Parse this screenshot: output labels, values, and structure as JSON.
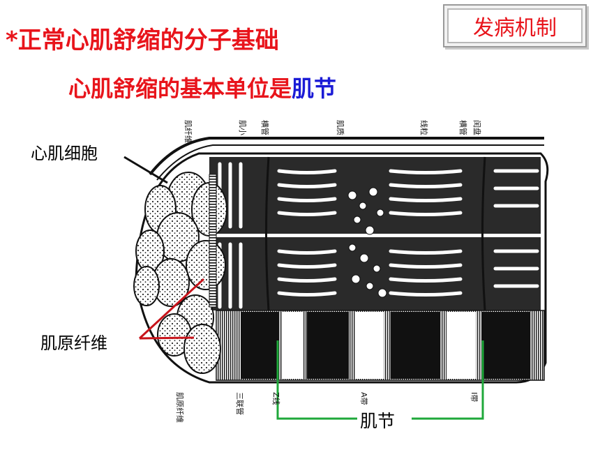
{
  "header": {
    "title": "*正常心肌舒缩的分子基础",
    "subtitle_prefix": "心肌舒缩的基本单位是",
    "subtitle_highlight": "肌节",
    "badge": "发病机制"
  },
  "diagram": {
    "labels": {
      "cardiac_cell": "心肌细胞",
      "myofibril": "肌原纤维",
      "sarcomere": "肌节"
    },
    "vertical_labels": [
      "肌纤维",
      "肌小",
      "横管",
      "肌质",
      "线粒",
      "横管",
      "闰盘"
    ],
    "bottom_labels": [
      "肌原纤维",
      "三联管",
      "Z线",
      "A带",
      "I带"
    ]
  },
  "colors": {
    "title": "#e8141b",
    "highlight": "#1b1bd6",
    "pointer_red": "#c8141b",
    "bracket_green": "#1fa83a"
  }
}
